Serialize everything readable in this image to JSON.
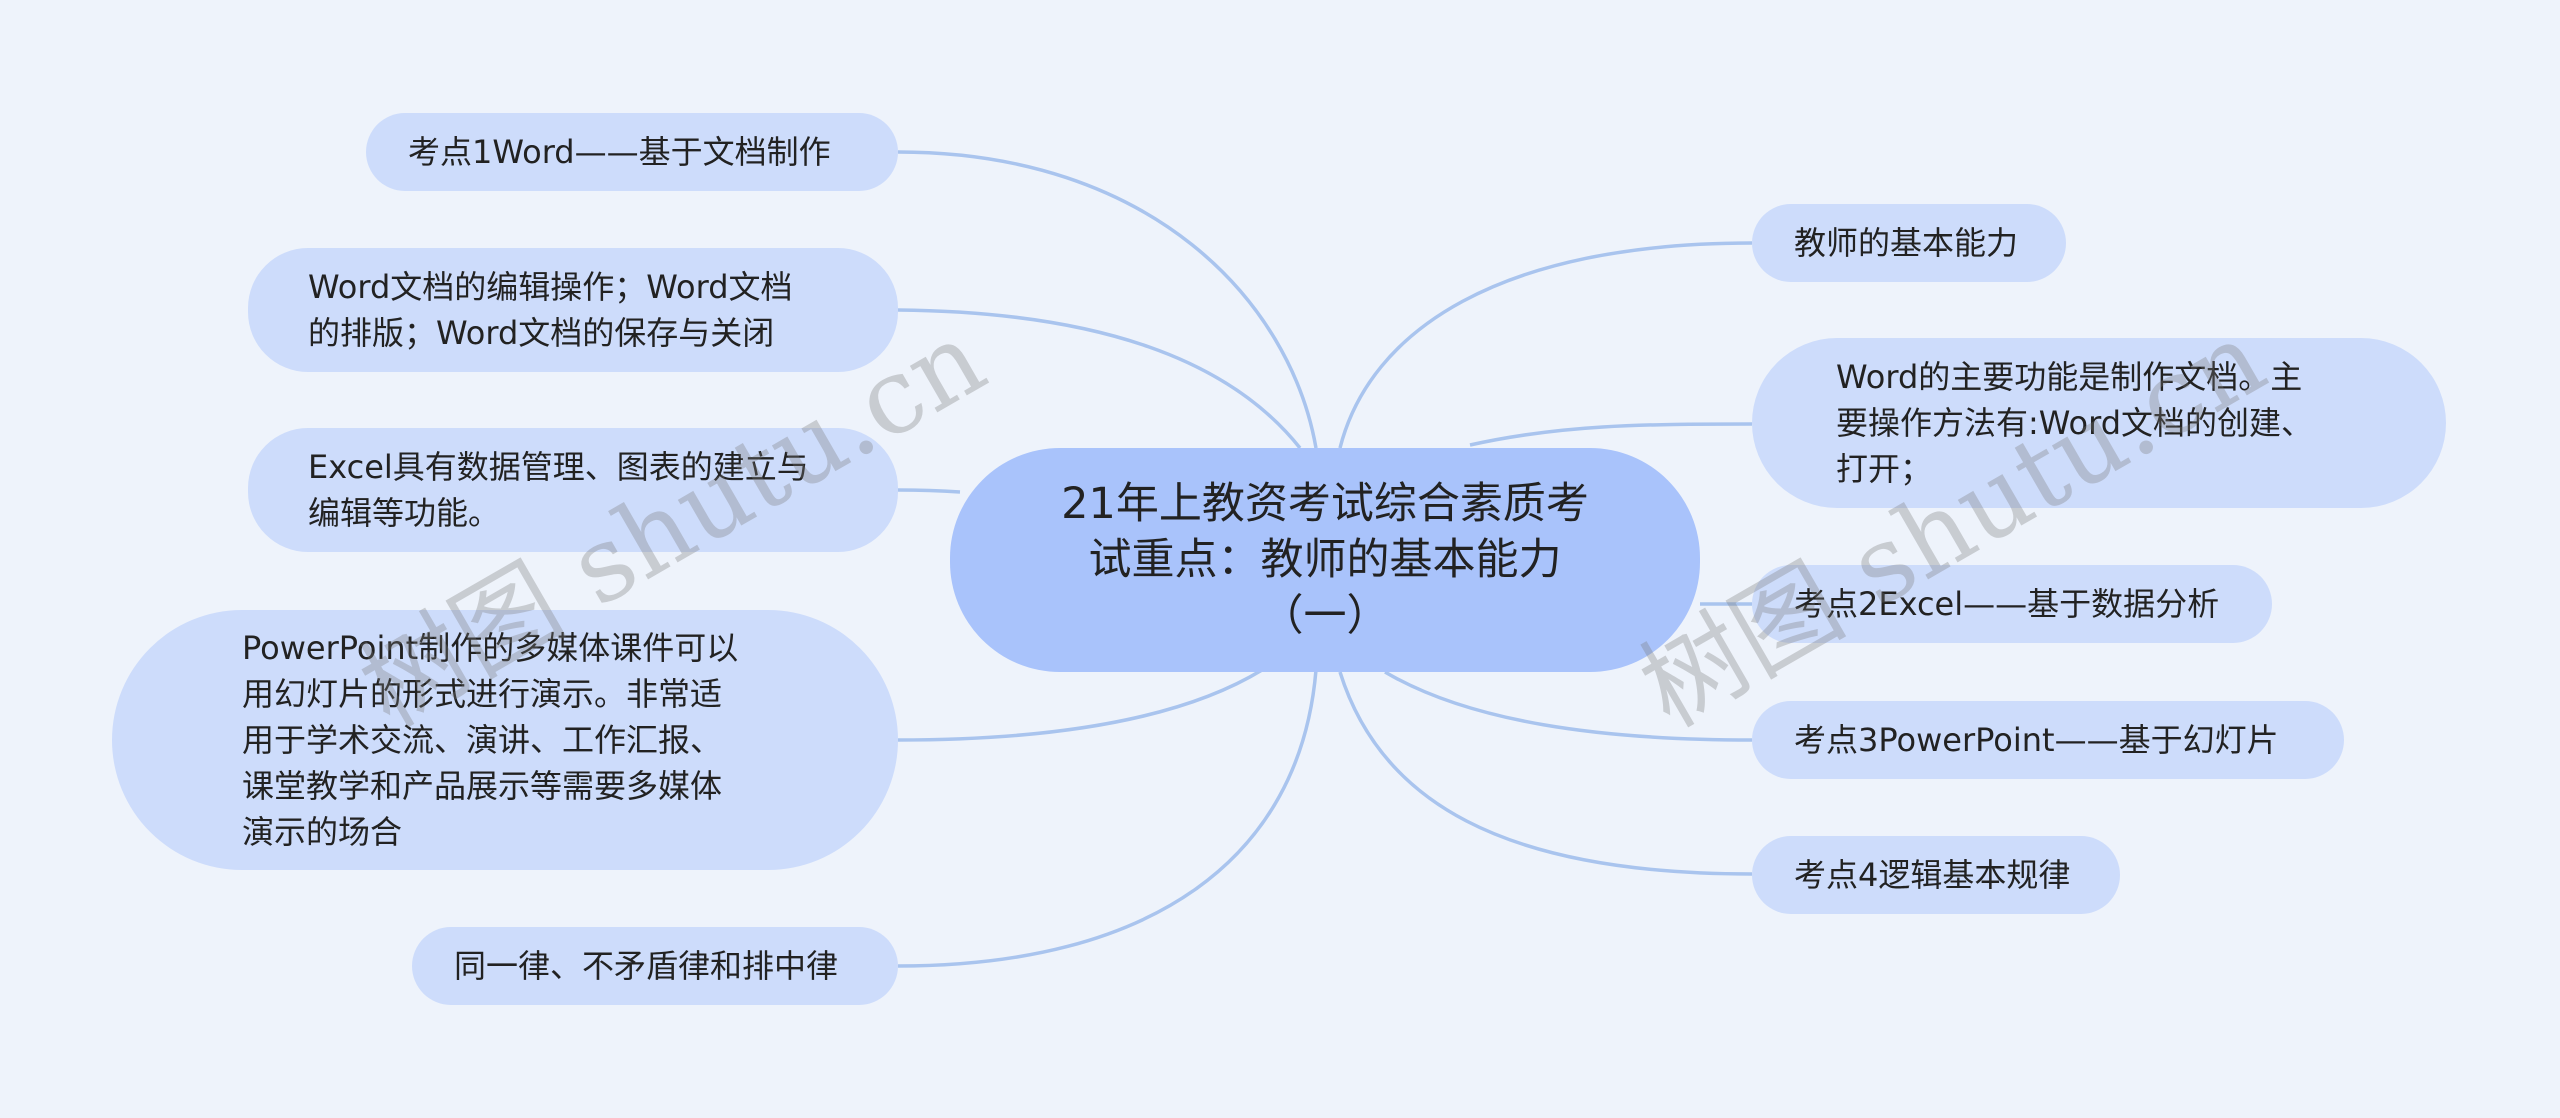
{
  "root": {
    "label": "21年上教资考试综合素质考试重点：教师的基本能力（一）"
  },
  "left_nodes": [
    {
      "id": "l1",
      "label": "考点1Word——基于文档制作"
    },
    {
      "id": "l2",
      "label": "Word文档的编辑操作；Word文档\n的排版；Word文档的保存与关闭"
    },
    {
      "id": "l3",
      "label": "Excel具有数据管理、图表的建立与\n编辑等功能。"
    },
    {
      "id": "l4",
      "label": "PowerPoint制作的多媒体课件可以\n用幻灯片的形式进行演示。非常适\n用于学术交流、演讲、工作汇报、\n课堂教学和产品展示等需要多媒体\n演示的场合"
    },
    {
      "id": "l5",
      "label": "同一律、不矛盾律和排中律"
    }
  ],
  "right_nodes": [
    {
      "id": "r1",
      "label": "教师的基本能力"
    },
    {
      "id": "r2",
      "label": "Word的主要功能是制作文档。主\n要操作方法有:Word文档的创建、\n打开；"
    },
    {
      "id": "r3",
      "label": "考点2Excel——基于数据分析"
    },
    {
      "id": "r4",
      "label": "考点3PowerPoint——基于幻灯片"
    },
    {
      "id": "r5",
      "label": "考点4逻辑基本规律"
    }
  ],
  "watermarks": [
    "树图 shutu.cn",
    "树图 shutu.cn"
  ],
  "colors": {
    "background": "#eef3fb",
    "root_fill": "#a9c3fb",
    "node_fill": "#cddcfb",
    "link": "#a9c4ee"
  }
}
